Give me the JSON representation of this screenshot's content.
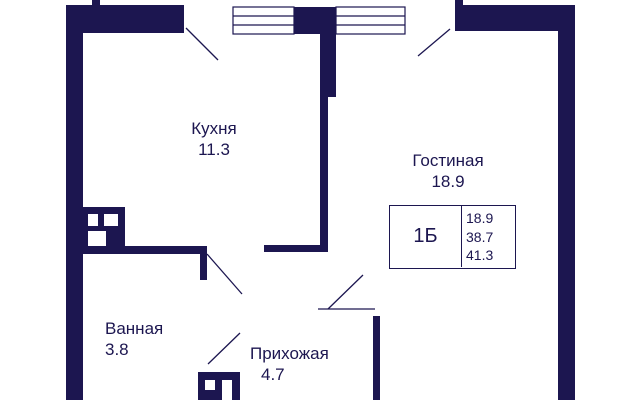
{
  "colors": {
    "wall": "#1c1650",
    "background": "#ffffff"
  },
  "rooms": [
    {
      "id": "kitchen",
      "name": "Кухня",
      "area": "11.3"
    },
    {
      "id": "living",
      "name": "Гостиная",
      "area": "18.9"
    },
    {
      "id": "bathroom",
      "name": "Ванная",
      "area": "3.8"
    },
    {
      "id": "hallway",
      "name": "Прихожая",
      "area": "4.7"
    }
  ],
  "apartment": {
    "type": "1Б",
    "areas": [
      "18.9",
      "38.7",
      "41.3"
    ]
  }
}
